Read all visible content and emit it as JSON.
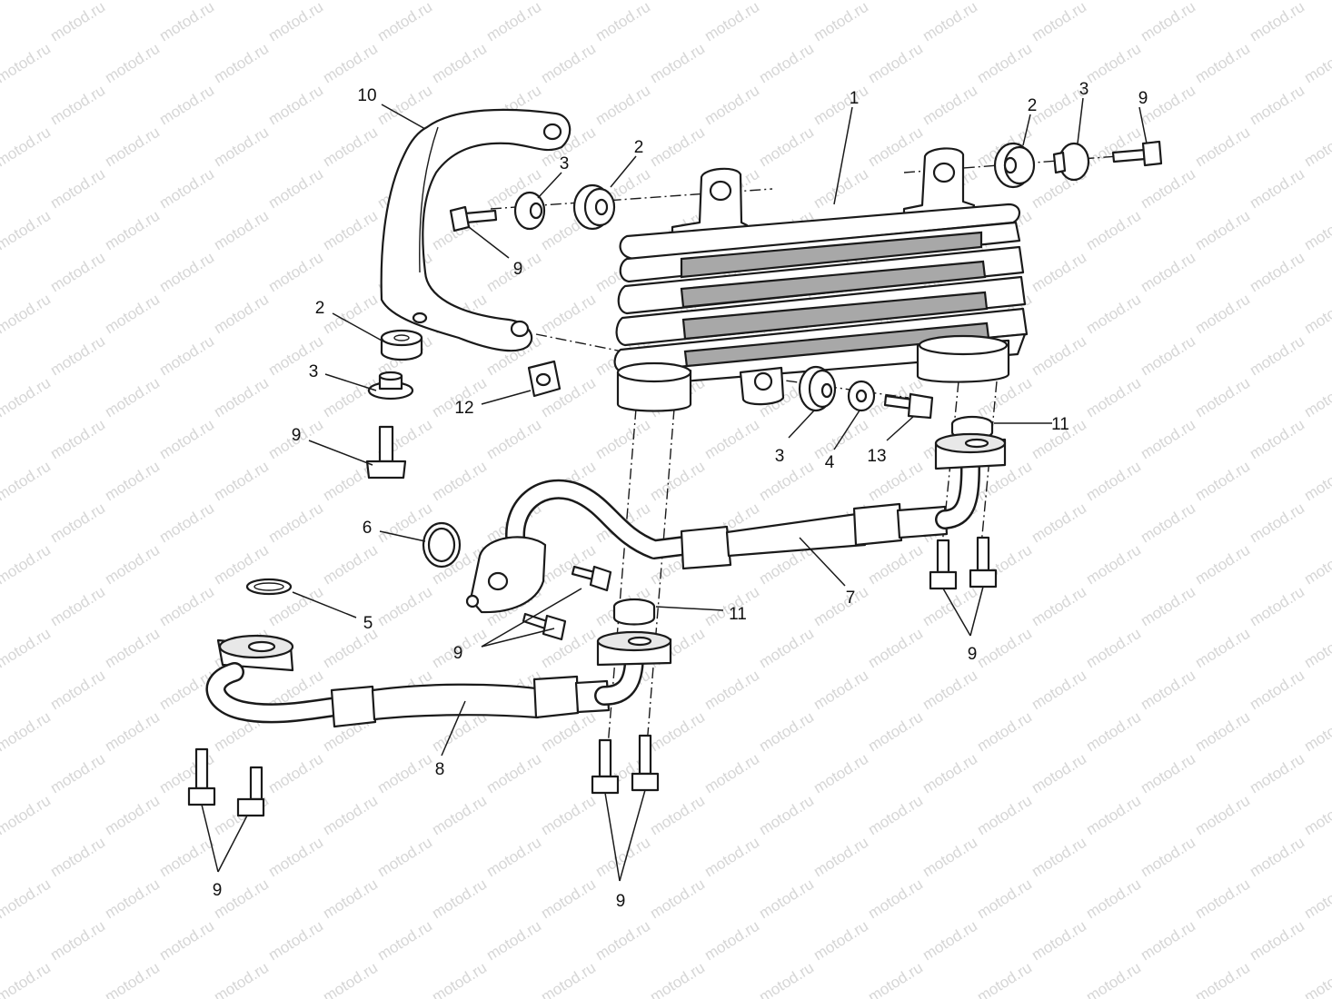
{
  "watermark": "motod.ru",
  "callouts": [
    {
      "id": "c1",
      "label": "1"
    },
    {
      "id": "c2a",
      "label": "2"
    },
    {
      "id": "c3a",
      "label": "3"
    },
    {
      "id": "c9a",
      "label": "9"
    },
    {
      "id": "c10",
      "label": "10"
    },
    {
      "id": "c3b",
      "label": "3"
    },
    {
      "id": "c2b",
      "label": "2"
    },
    {
      "id": "c9b",
      "label": "9"
    },
    {
      "id": "c2c",
      "label": "2"
    },
    {
      "id": "c3c",
      "label": "3"
    },
    {
      "id": "c12",
      "label": "12"
    },
    {
      "id": "c9c",
      "label": "9"
    },
    {
      "id": "c3d",
      "label": "3"
    },
    {
      "id": "c4",
      "label": "4"
    },
    {
      "id": "c13",
      "label": "13"
    },
    {
      "id": "c11a",
      "label": "11"
    },
    {
      "id": "c6",
      "label": "6"
    },
    {
      "id": "c7",
      "label": "7"
    },
    {
      "id": "c5",
      "label": "5"
    },
    {
      "id": "c11b",
      "label": "11"
    },
    {
      "id": "c9d",
      "label": "9"
    },
    {
      "id": "c9e",
      "label": "9"
    },
    {
      "id": "c8",
      "label": "8"
    },
    {
      "id": "c9f",
      "label": "9"
    },
    {
      "id": "c9g",
      "label": "9"
    }
  ]
}
